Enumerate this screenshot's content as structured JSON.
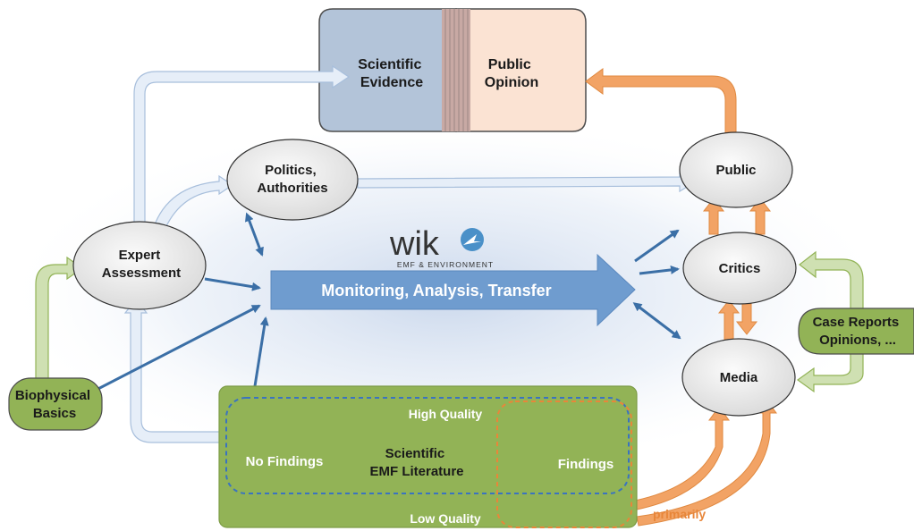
{
  "top_box": {
    "left_lines": [
      "Scientific",
      "Evidence"
    ],
    "right_lines": [
      "Public",
      "Opinion"
    ]
  },
  "nodes": {
    "politics": [
      "Politics,",
      "Authorities"
    ],
    "expert": [
      "Expert",
      "Assessment"
    ],
    "public": [
      "Public"
    ],
    "critics": [
      "Critics"
    ],
    "media": [
      "Media"
    ],
    "biophysical": [
      "Biophysical",
      "Basics"
    ],
    "case_reports": [
      "Case Reports",
      "Opinions, ..."
    ]
  },
  "logo": {
    "wordmark": "wik",
    "tagline": "EMF & ENVIRONMENT"
  },
  "main_arrow": {
    "label": "Monitoring, Analysis, Transfer"
  },
  "literature": {
    "title": [
      "Scientific",
      "EMF Literature"
    ],
    "high_quality": "High Quality",
    "low_quality": "Low Quality",
    "no_findings": "No Findings",
    "findings": "Findings",
    "primarily": "primarily"
  },
  "colors": {
    "evidence_fill": "#b3c4d9",
    "opinion_fill": "#fbe3d3",
    "main_arrow": "#6f9ccf",
    "dark_arrow": "#3b6fa6",
    "light_arrow": "#d9e6f4",
    "green_fill": "#92b356",
    "green_light": "#cfe0b2",
    "orange": "#f2a365",
    "orange_dashed": "#e8863a",
    "blue_dashed": "#3a73c0",
    "ellipse_fill": "#ededed"
  }
}
